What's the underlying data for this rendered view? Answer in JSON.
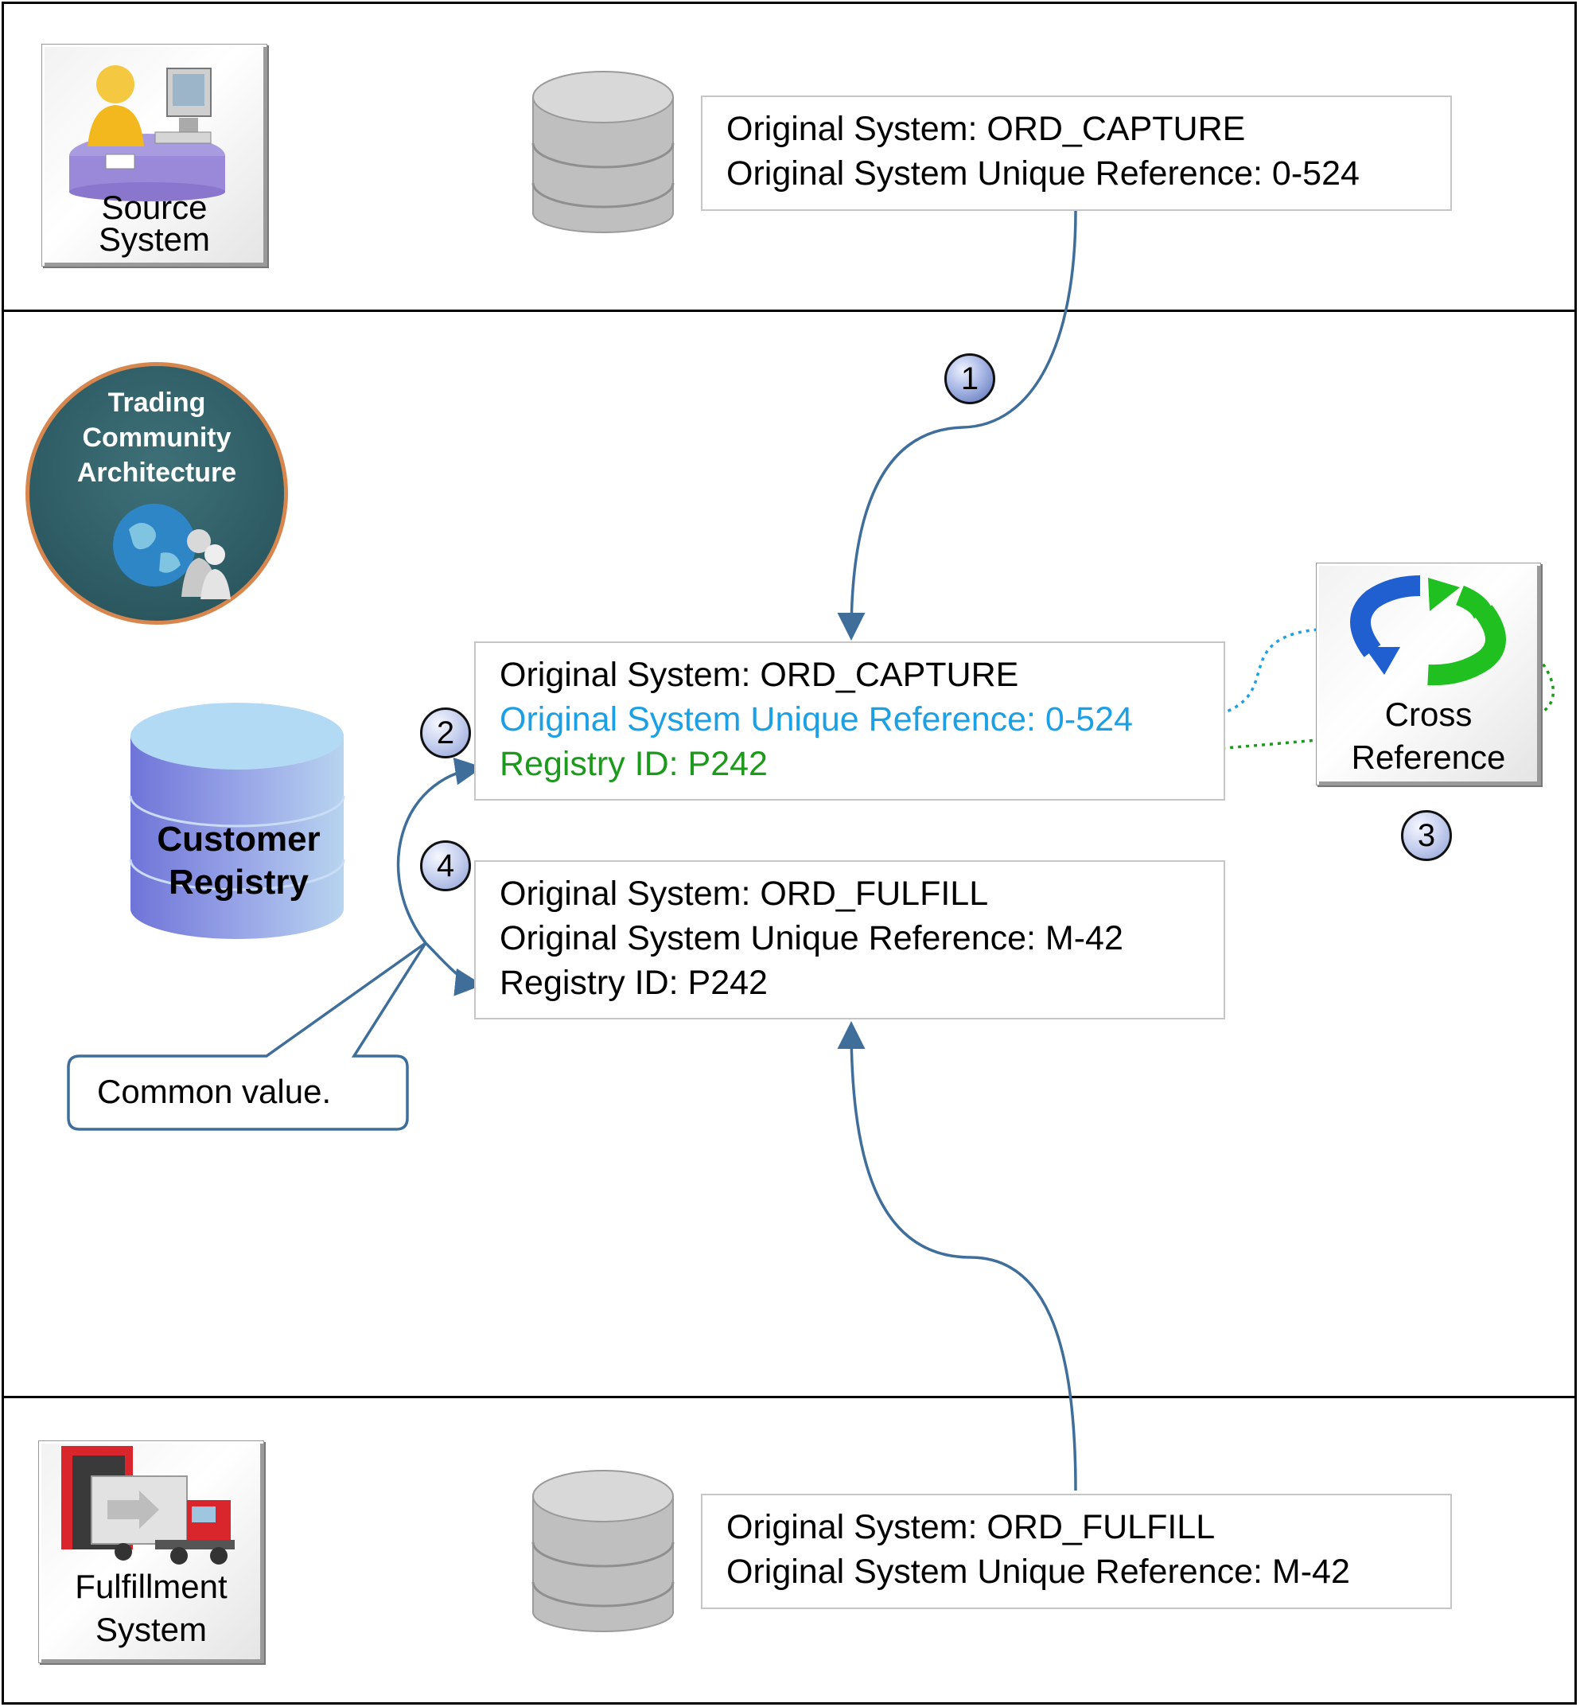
{
  "source_system": {
    "label_line1": "Source",
    "label_line2": "System",
    "record": {
      "line1": "Original System: ORD_CAPTURE",
      "line2": "Original System Unique Reference: 0-524"
    }
  },
  "tca": {
    "label_line1": "Trading",
    "label_line2": "Community",
    "label_line3": "Architecture"
  },
  "customer_registry": {
    "label_line1": "Customer",
    "label_line2": "Registry"
  },
  "registry_record_capture": {
    "line1": "Original System: ORD_CAPTURE",
    "line2": "Original System Unique Reference: 0-524",
    "line3": "Registry ID: P242"
  },
  "registry_record_fulfill": {
    "line1": "Original System: ORD_FULFILL",
    "line2": "Original System Unique Reference: M-42",
    "line3": "Registry ID: P242"
  },
  "cross_reference": {
    "label_line1": "Cross",
    "label_line2": "Reference"
  },
  "steps": [
    "1",
    "2",
    "3",
    "4"
  ],
  "callout": {
    "text": "Common value."
  },
  "fulfillment_system": {
    "label_line1": "Fulfillment",
    "label_line2": "System",
    "record": {
      "line1": "Original System: ORD_FULFILL",
      "line2": "Original System Unique Reference: M-42"
    }
  },
  "colors": {
    "arrow": "#3f6e9b",
    "reference_highlight": "#1ba0e6",
    "registry_highlight": "#1b9a1b",
    "callout_border": "#3f6e9b"
  }
}
